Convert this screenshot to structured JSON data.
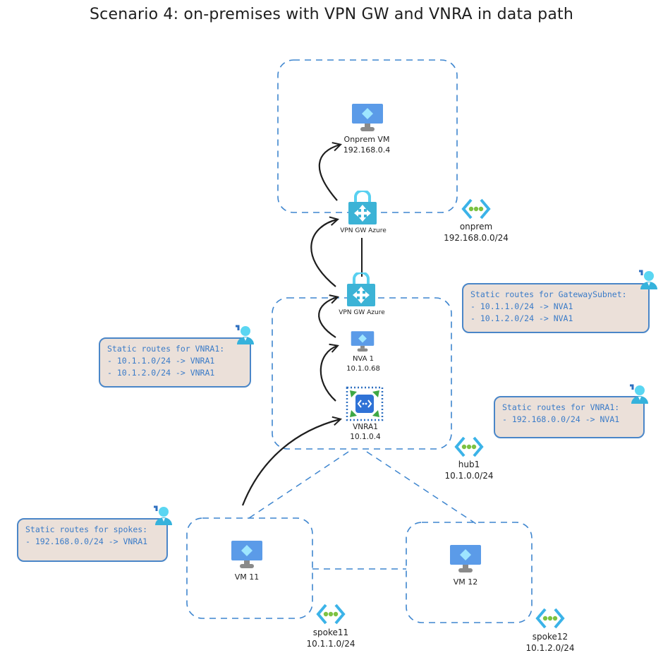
{
  "title": "Scenario 4: on-premises with VPN GW and VNRA in data path",
  "colors": {
    "dashed_border": "#3f86cf",
    "note_bg": "#ebe0d9",
    "note_border": "#4a86c8",
    "note_text": "#3a7bc8",
    "vm_screen": "#5b9be8",
    "vm_diamond": "#9ee6ff",
    "vm_stand": "#8a8a8a",
    "gateway": "#3cb3d6",
    "vnet_bracket": "#3bb3e8",
    "vnet_dots": "#7cc242",
    "arrow": "#1e1e1e"
  },
  "networks": {
    "onprem": {
      "name": "onprem",
      "cidr": "192.168.0.0/24",
      "icon": "vnet-icon"
    },
    "hub1": {
      "name": "hub1",
      "cidr": "10.1.0.0/24",
      "icon": "vnet-icon"
    },
    "spoke11": {
      "name": "spoke11",
      "cidr": "10.1.1.0/24",
      "icon": "vnet-icon"
    },
    "spoke12": {
      "name": "spoke12",
      "cidr": "10.1.2.0/24",
      "icon": "vnet-icon"
    }
  },
  "nodes": {
    "onprem_vm": {
      "name": "Onprem VM",
      "ip": "192.168.0.4",
      "icon": "vm-icon"
    },
    "vpn_gw_onprem": {
      "name": "VPN GW Azure",
      "icon": "vpn-gateway-icon"
    },
    "vpn_gw_hub": {
      "name": "VPN GW Azure",
      "icon": "vpn-gateway-icon"
    },
    "nva1": {
      "name": "NVA 1",
      "ip": "10.1.0.68",
      "icon": "vm-icon"
    },
    "vnra1": {
      "name": "VNRA1",
      "ip": "10.1.0.4",
      "icon": "route-server-icon"
    },
    "vm11": {
      "name": "VM 11",
      "icon": "vm-icon"
    },
    "vm12": {
      "name": "VM 12",
      "icon": "vm-icon"
    }
  },
  "notes": {
    "gateway_subnet": {
      "title": "Static routes for GatewaySubnet:",
      "routes": [
        "- 10.1.1.0/24 -> NVA1",
        "- 10.1.2.0/24 -> NVA1"
      ]
    },
    "vnra1_left": {
      "title": "Static routes for VNRA1:",
      "routes": [
        "- 10.1.1.0/24 -> VNRA1",
        "- 10.1.2.0/24 -> VNRA1"
      ]
    },
    "vnra1_right": {
      "title": "Static routes for VNRA1:",
      "routes": [
        "- 192.168.0.0/24 -> NVA1"
      ]
    },
    "spokes": {
      "title": "Static routes for spokes:",
      "routes": [
        "- 192.168.0.0/24 -> VNRA1"
      ]
    }
  }
}
